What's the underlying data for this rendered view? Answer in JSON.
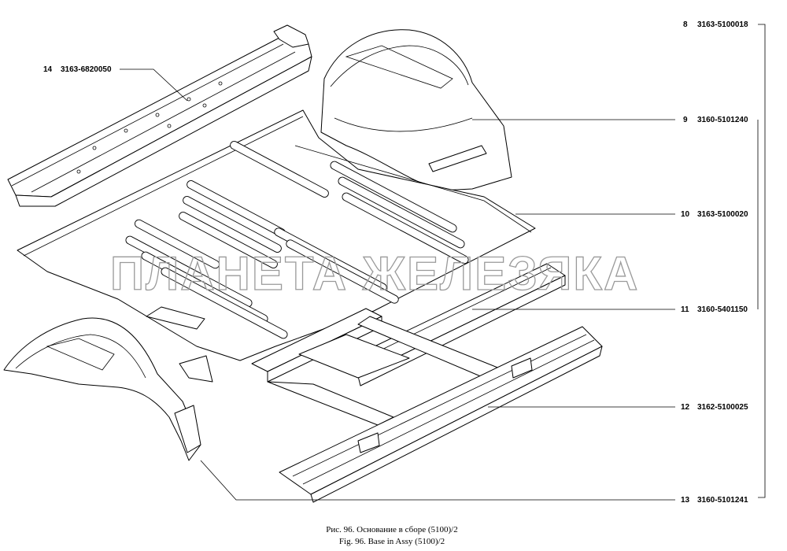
{
  "callouts": [
    {
      "num": "14",
      "part": "3163-6820050"
    },
    {
      "num": "8",
      "part": "3163-5100018"
    },
    {
      "num": "9",
      "part": "3160-5101240"
    },
    {
      "num": "10",
      "part": "3163-5100020"
    },
    {
      "num": "11",
      "part": "3160-5401150"
    },
    {
      "num": "12",
      "part": "3162-5100025"
    },
    {
      "num": "13",
      "part": "3160-5101241"
    }
  ],
  "watermark": "ПЛАНЕТА ЖЕЛЕЗЯКА",
  "caption": {
    "ru": "Рис. 96. Основание в сборе (5100)/2",
    "en": "Fig. 96. Base in Assy (5100)/2"
  }
}
